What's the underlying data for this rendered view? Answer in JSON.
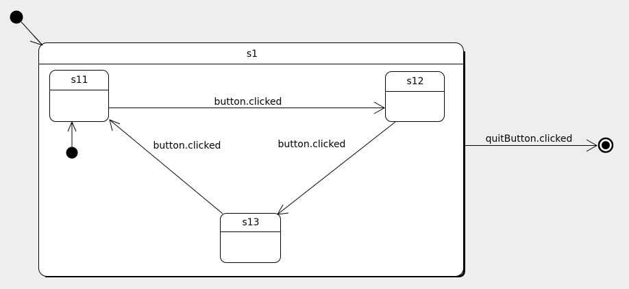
{
  "diagram": {
    "type": "uml-state-machine",
    "background_color": "#eeeeee",
    "line_color": "#000000",
    "state_fill_color": "#ffffff",
    "composite_state": {
      "name": "s1",
      "label": "s1"
    },
    "substates": [
      {
        "id": "s11",
        "label": "s11"
      },
      {
        "id": "s12",
        "label": "s12"
      },
      {
        "id": "s13",
        "label": "s13"
      }
    ],
    "pseudostates": [
      {
        "id": "outer-initial",
        "kind": "initial"
      },
      {
        "id": "inner-initial",
        "kind": "initial"
      },
      {
        "id": "final",
        "kind": "final"
      }
    ],
    "transitions": [
      {
        "id": "t-start-s1",
        "from": "outer-initial",
        "to": "s1",
        "label": ""
      },
      {
        "id": "t-start-s11",
        "from": "inner-initial",
        "to": "s11",
        "label": ""
      },
      {
        "id": "t-s11-s12",
        "from": "s11",
        "to": "s12",
        "label": "button.clicked"
      },
      {
        "id": "t-s12-s13",
        "from": "s12",
        "to": "s13",
        "label": "button.clicked"
      },
      {
        "id": "t-s13-s11",
        "from": "s13",
        "to": "s11",
        "label": "button.clicked"
      },
      {
        "id": "t-s1-final",
        "from": "s1",
        "to": "final",
        "label": "quitButton.clicked"
      }
    ]
  }
}
